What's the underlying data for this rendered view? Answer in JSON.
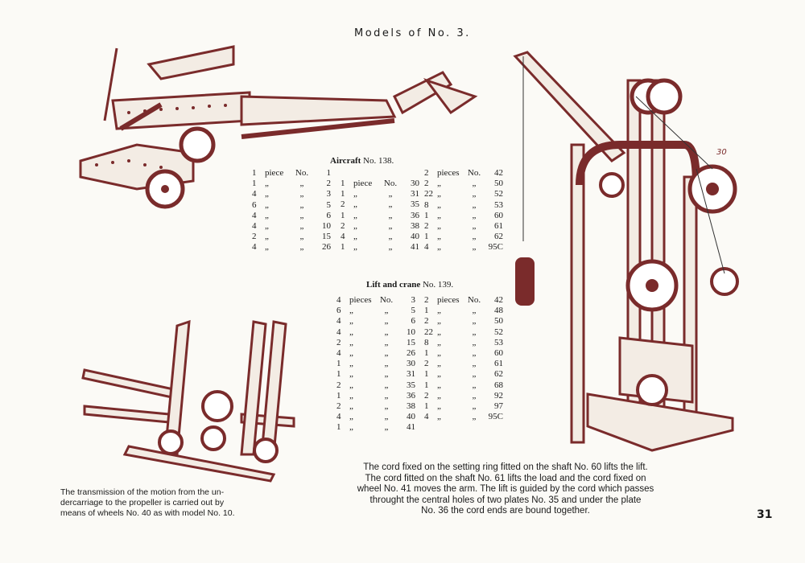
{
  "page": {
    "title": "Models of No. 3.",
    "page_number": "31"
  },
  "aircraft": {
    "name": "Aircraft",
    "number": "No. 138.",
    "columns": [
      [
        [
          "1",
          "piece",
          "No.",
          "1"
        ],
        [
          "1",
          "„",
          "„",
          "2"
        ],
        [
          "4",
          "„",
          "„",
          "3"
        ],
        [
          "6",
          "„",
          "„",
          "5"
        ],
        [
          "4",
          "„",
          "„",
          "6"
        ],
        [
          "4",
          "„",
          "„",
          "10"
        ],
        [
          "2",
          "„",
          "„",
          "15"
        ],
        [
          "4",
          "„",
          "„",
          "26"
        ]
      ],
      [
        [
          "1",
          "piece",
          "No.",
          "30"
        ],
        [
          "1",
          "„",
          "„",
          "31"
        ],
        [
          "2",
          "„",
          "„",
          "35"
        ],
        [
          "1",
          "„",
          "„",
          "36"
        ],
        [
          "2",
          "„",
          "„",
          "38"
        ],
        [
          "4",
          "„",
          "„",
          "40"
        ],
        [
          "1",
          "„",
          "„",
          "41"
        ]
      ],
      [
        [
          "2",
          "pieces",
          "No.",
          "42"
        ],
        [
          "2",
          "„",
          "„",
          "50"
        ],
        [
          "22",
          "„",
          "„",
          "52"
        ],
        [
          "8",
          "„",
          "„",
          "53"
        ],
        [
          "1",
          "„",
          "„",
          "60"
        ],
        [
          "2",
          "„",
          "„",
          "61"
        ],
        [
          "1",
          "„",
          "„",
          "62"
        ],
        [
          "4",
          "„",
          "„",
          "95C"
        ]
      ]
    ]
  },
  "lift": {
    "name": "Lift and crane",
    "number": "No. 139.",
    "columns": [
      [
        [
          "4",
          "pieces",
          "No.",
          "3"
        ],
        [
          "6",
          "„",
          "„",
          "5"
        ],
        [
          "4",
          "„",
          "„",
          "6"
        ],
        [
          "4",
          "„",
          "„",
          "10"
        ],
        [
          "2",
          "„",
          "„",
          "15"
        ],
        [
          "4",
          "„",
          "„",
          "26"
        ],
        [
          "1",
          "„",
          "„",
          "30"
        ],
        [
          "1",
          "„",
          "„",
          "31"
        ],
        [
          "2",
          "„",
          "„",
          "35"
        ],
        [
          "1",
          "„",
          "„",
          "36"
        ],
        [
          "2",
          "„",
          "„",
          "38"
        ],
        [
          "4",
          "„",
          "„",
          "40"
        ],
        [
          "1",
          "„",
          "„",
          "41"
        ]
      ],
      [
        [
          "2",
          "pieces",
          "No.",
          "42"
        ],
        [
          "1",
          "„",
          "„",
          "48"
        ],
        [
          "2",
          "„",
          "„",
          "50"
        ],
        [
          "22",
          "„",
          "„",
          "52"
        ],
        [
          "8",
          "„",
          "„",
          "53"
        ],
        [
          "1",
          "„",
          "„",
          "60"
        ],
        [
          "2",
          "„",
          "„",
          "61"
        ],
        [
          "1",
          "„",
          "„",
          "62"
        ],
        [
          "1",
          "„",
          "„",
          "68"
        ],
        [
          "2",
          "„",
          "„",
          "92"
        ],
        [
          "1",
          "„",
          "„",
          "97"
        ],
        [
          "4",
          "„",
          "„",
          "95C"
        ]
      ]
    ]
  },
  "captions": {
    "transmission": [
      "The transmission of the motion from the un-",
      "dercarriage to the propeller is carried out by",
      "means of wheels No. 40 as with model No. 10."
    ],
    "cord": [
      "The cord fixed on the setting ring fitted on the shaft No. 60 lifts the lift.",
      "The cord fitted on the shaft No. 61 lifts the load and the cord fixed on",
      "wheel No. 41 moves the arm. The lift is guided by the cord which passes",
      "throught the central holes of two plates No. 35 and under the plate",
      "No. 36 the cord ends are bound together."
    ],
    "label_30": "30"
  },
  "colors": {
    "ink": "#7a2b2b",
    "text": "#1a1a1a",
    "paper": "#fbfaf6"
  }
}
